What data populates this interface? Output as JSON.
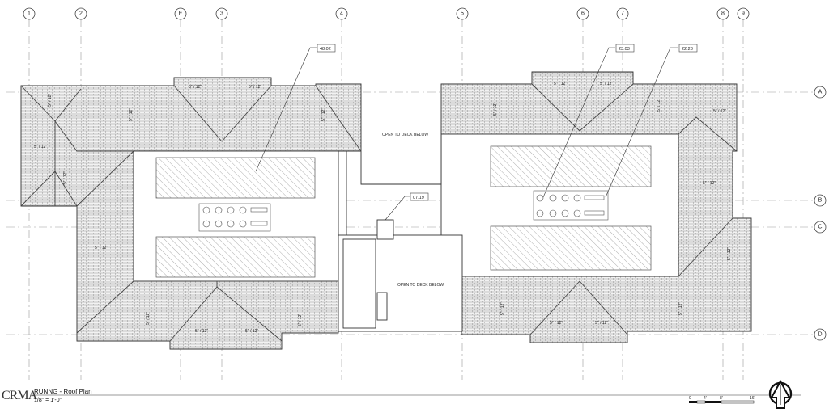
{
  "drawing": {
    "grid_columns": [
      "1",
      "2",
      "E",
      "3",
      "4",
      "5",
      "6",
      "7",
      "8",
      "9"
    ],
    "grid_rows": [
      "A",
      "B",
      "C",
      "D"
    ],
    "callout_tags": {
      "left_planter": "48.02",
      "right_unit_a": "23.03",
      "right_unit_b": "22.28",
      "center_hatch": "07.19"
    },
    "open_labels": {
      "upper": "OPEN TO DECK BELOW",
      "lower": "OPEN TO DECK BELOW"
    },
    "slopes": {
      "s1": "5\" / 12\"",
      "s2": "5\" / 12\"",
      "s3": "5\" / 12\"",
      "s4": "5\" / 12\"",
      "s5": "5\" / 12\"",
      "s6": "5\" / 12\"",
      "s7": "5\" / 12\"",
      "s8": "5\" / 12\"",
      "s9": "5\" / 12\"",
      "s10": "5\" / 12\"",
      "s11": "5\" / 12\"",
      "s12": "5\" / 12\"",
      "s13": "5\" / 12\"",
      "s14": "5\" / 12\"",
      "s15": "5\" / 12\"",
      "s16": "5\" / 12\"",
      "s17": "5\" / 12\"",
      "s18": "5\" / 12\"",
      "s19": "5\" / 12\"",
      "s20": "5\" / 12\"",
      "s21": "5\" / 12\"",
      "s22": "5\" / 12\"",
      "s23": "5\" / 12\""
    }
  },
  "title_block": {
    "logo": "CRMA",
    "view_name": "RUNNG - Roof Plan",
    "view_scale": "1/8\" = 1'-0\""
  },
  "scale_bar": {
    "labels": [
      "0",
      "4'",
      "8'",
      "16'"
    ]
  },
  "north_arrow": {
    "icon": "north-arrow-icon"
  }
}
